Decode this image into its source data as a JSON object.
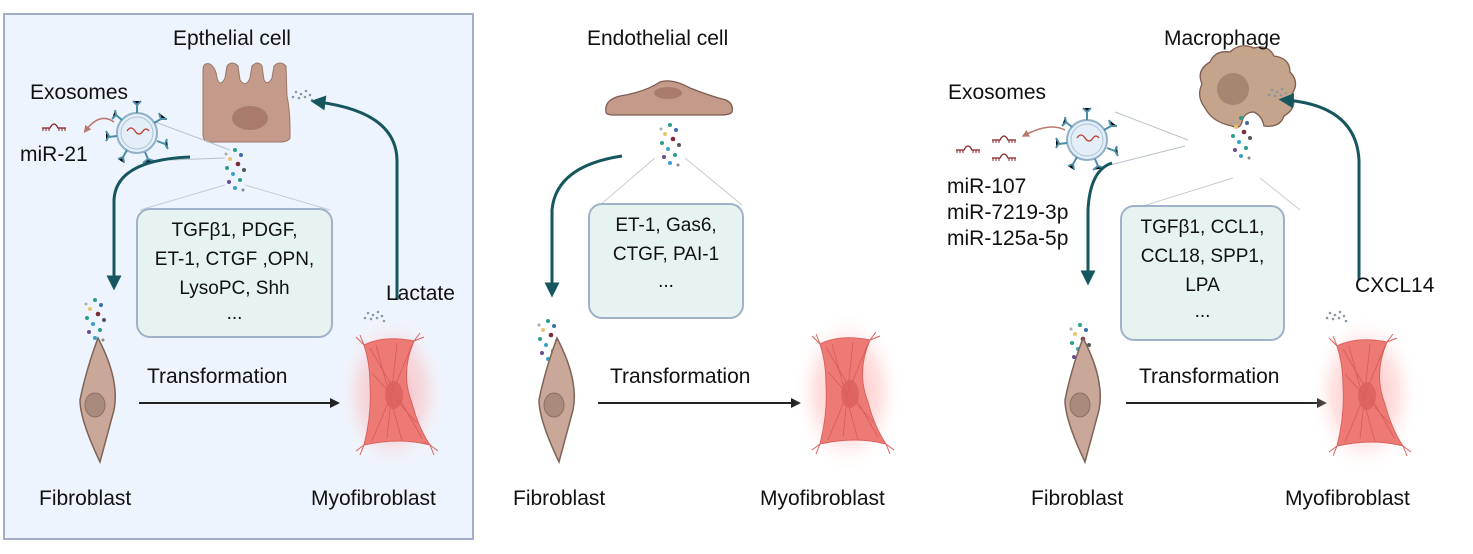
{
  "panels": [
    {
      "source_cell": "Epthelial cell",
      "exosomes_label": "Exosomes",
      "mirnas": [
        "miR-21"
      ],
      "factors": [
        "TGFβ1, PDGF,",
        "ET-1, CTGF ,OPN,",
        "LysoPC, Shh",
        "..."
      ],
      "feedback_label": "Lactate",
      "transformation_label": "Transformation",
      "fibroblast_label": "Fibroblast",
      "myofibroblast_label": "Myofibroblast"
    },
    {
      "source_cell": "Endothelial cell",
      "factors": [
        "ET-1, Gas6,",
        "CTGF, PAI-1",
        "..."
      ],
      "transformation_label": "Transformation",
      "fibroblast_label": "Fibroblast",
      "myofibroblast_label": "Myofibroblast"
    },
    {
      "source_cell": "Macrophage",
      "exosomes_label": "Exosomes",
      "mirnas": [
        "miR-107",
        "miR-7219-3p",
        "miR-125a-5p"
      ],
      "factors": [
        "TGFβ1, CCL1,",
        "CCL18, SPP1,",
        "LPA",
        "..."
      ],
      "feedback_label": "CXCL14",
      "transformation_label": "Transformation",
      "fibroblast_label": "Fibroblast",
      "myofibroblast_label": "Myofibroblast"
    }
  ],
  "colors": {
    "panel1_bg": "#eef4fd",
    "panel2_bg": "#eefaf8",
    "panel3_bg": "#f6f1f9",
    "border": "#a3aec9",
    "arrow_teal": "#16565f",
    "cell_tan": "#c9a18e",
    "myofibroblast_red": "#ee7a76"
  }
}
